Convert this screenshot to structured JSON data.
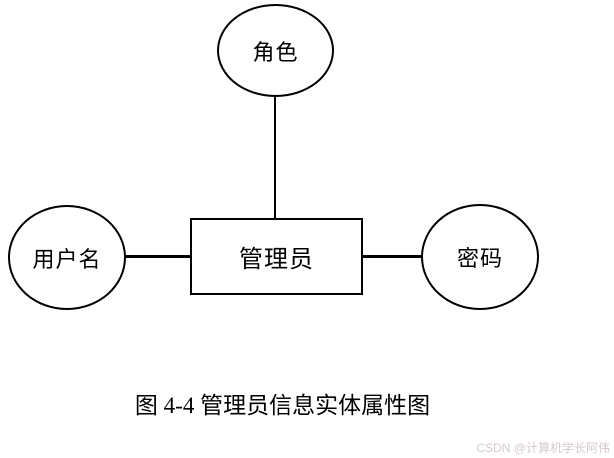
{
  "diagram": {
    "entity": {
      "label": "管理员"
    },
    "attributes": [
      {
        "id": "role",
        "label": "角色",
        "position": "top"
      },
      {
        "id": "username",
        "label": "用户名",
        "position": "left"
      },
      {
        "id": "password",
        "label": "密码",
        "position": "right"
      }
    ],
    "caption": "图 4-4 管理员信息实体属性图"
  },
  "watermark": "CSDN @计算机学长阿伟",
  "colors": {
    "stroke": "#000000",
    "background": "#ffffff",
    "watermark_text": "#d6c9c9"
  }
}
